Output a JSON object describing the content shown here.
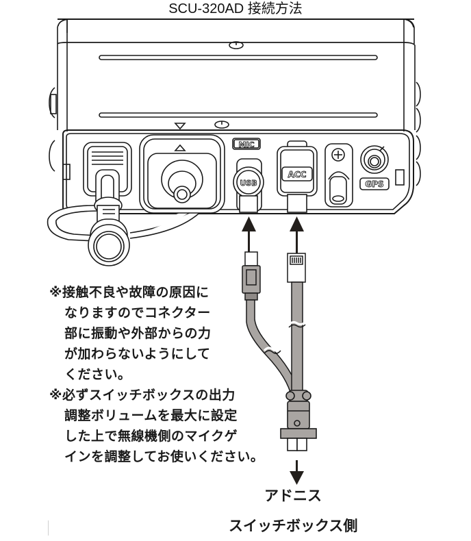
{
  "title": "SCU-320AD 接続方法",
  "radio": {
    "port_labels": {
      "mic": "MIC",
      "usb": "USB",
      "acc": "ACC",
      "gps": "GPS"
    }
  },
  "notes": [
    {
      "lines": [
        "※接触不良や故障の原因に",
        "なりますのでコネクター",
        "部に振動や外部からの力",
        "が加わらないようにして",
        "ください。"
      ]
    },
    {
      "lines": [
        "※必ずスイッチボックスの出力",
        "調整ボリュームを最大に設定",
        "した上で無線機側のマイクゲ",
        "インを調整してお使いください。"
      ]
    }
  ],
  "destination": {
    "line1": "アドニス",
    "line2": "スイッチボックス側"
  },
  "colors": {
    "line": "#1a1a1a",
    "cable": "#a9a5a2",
    "cable_dark": "#8f8a87",
    "arrow": "#231f1c"
  }
}
